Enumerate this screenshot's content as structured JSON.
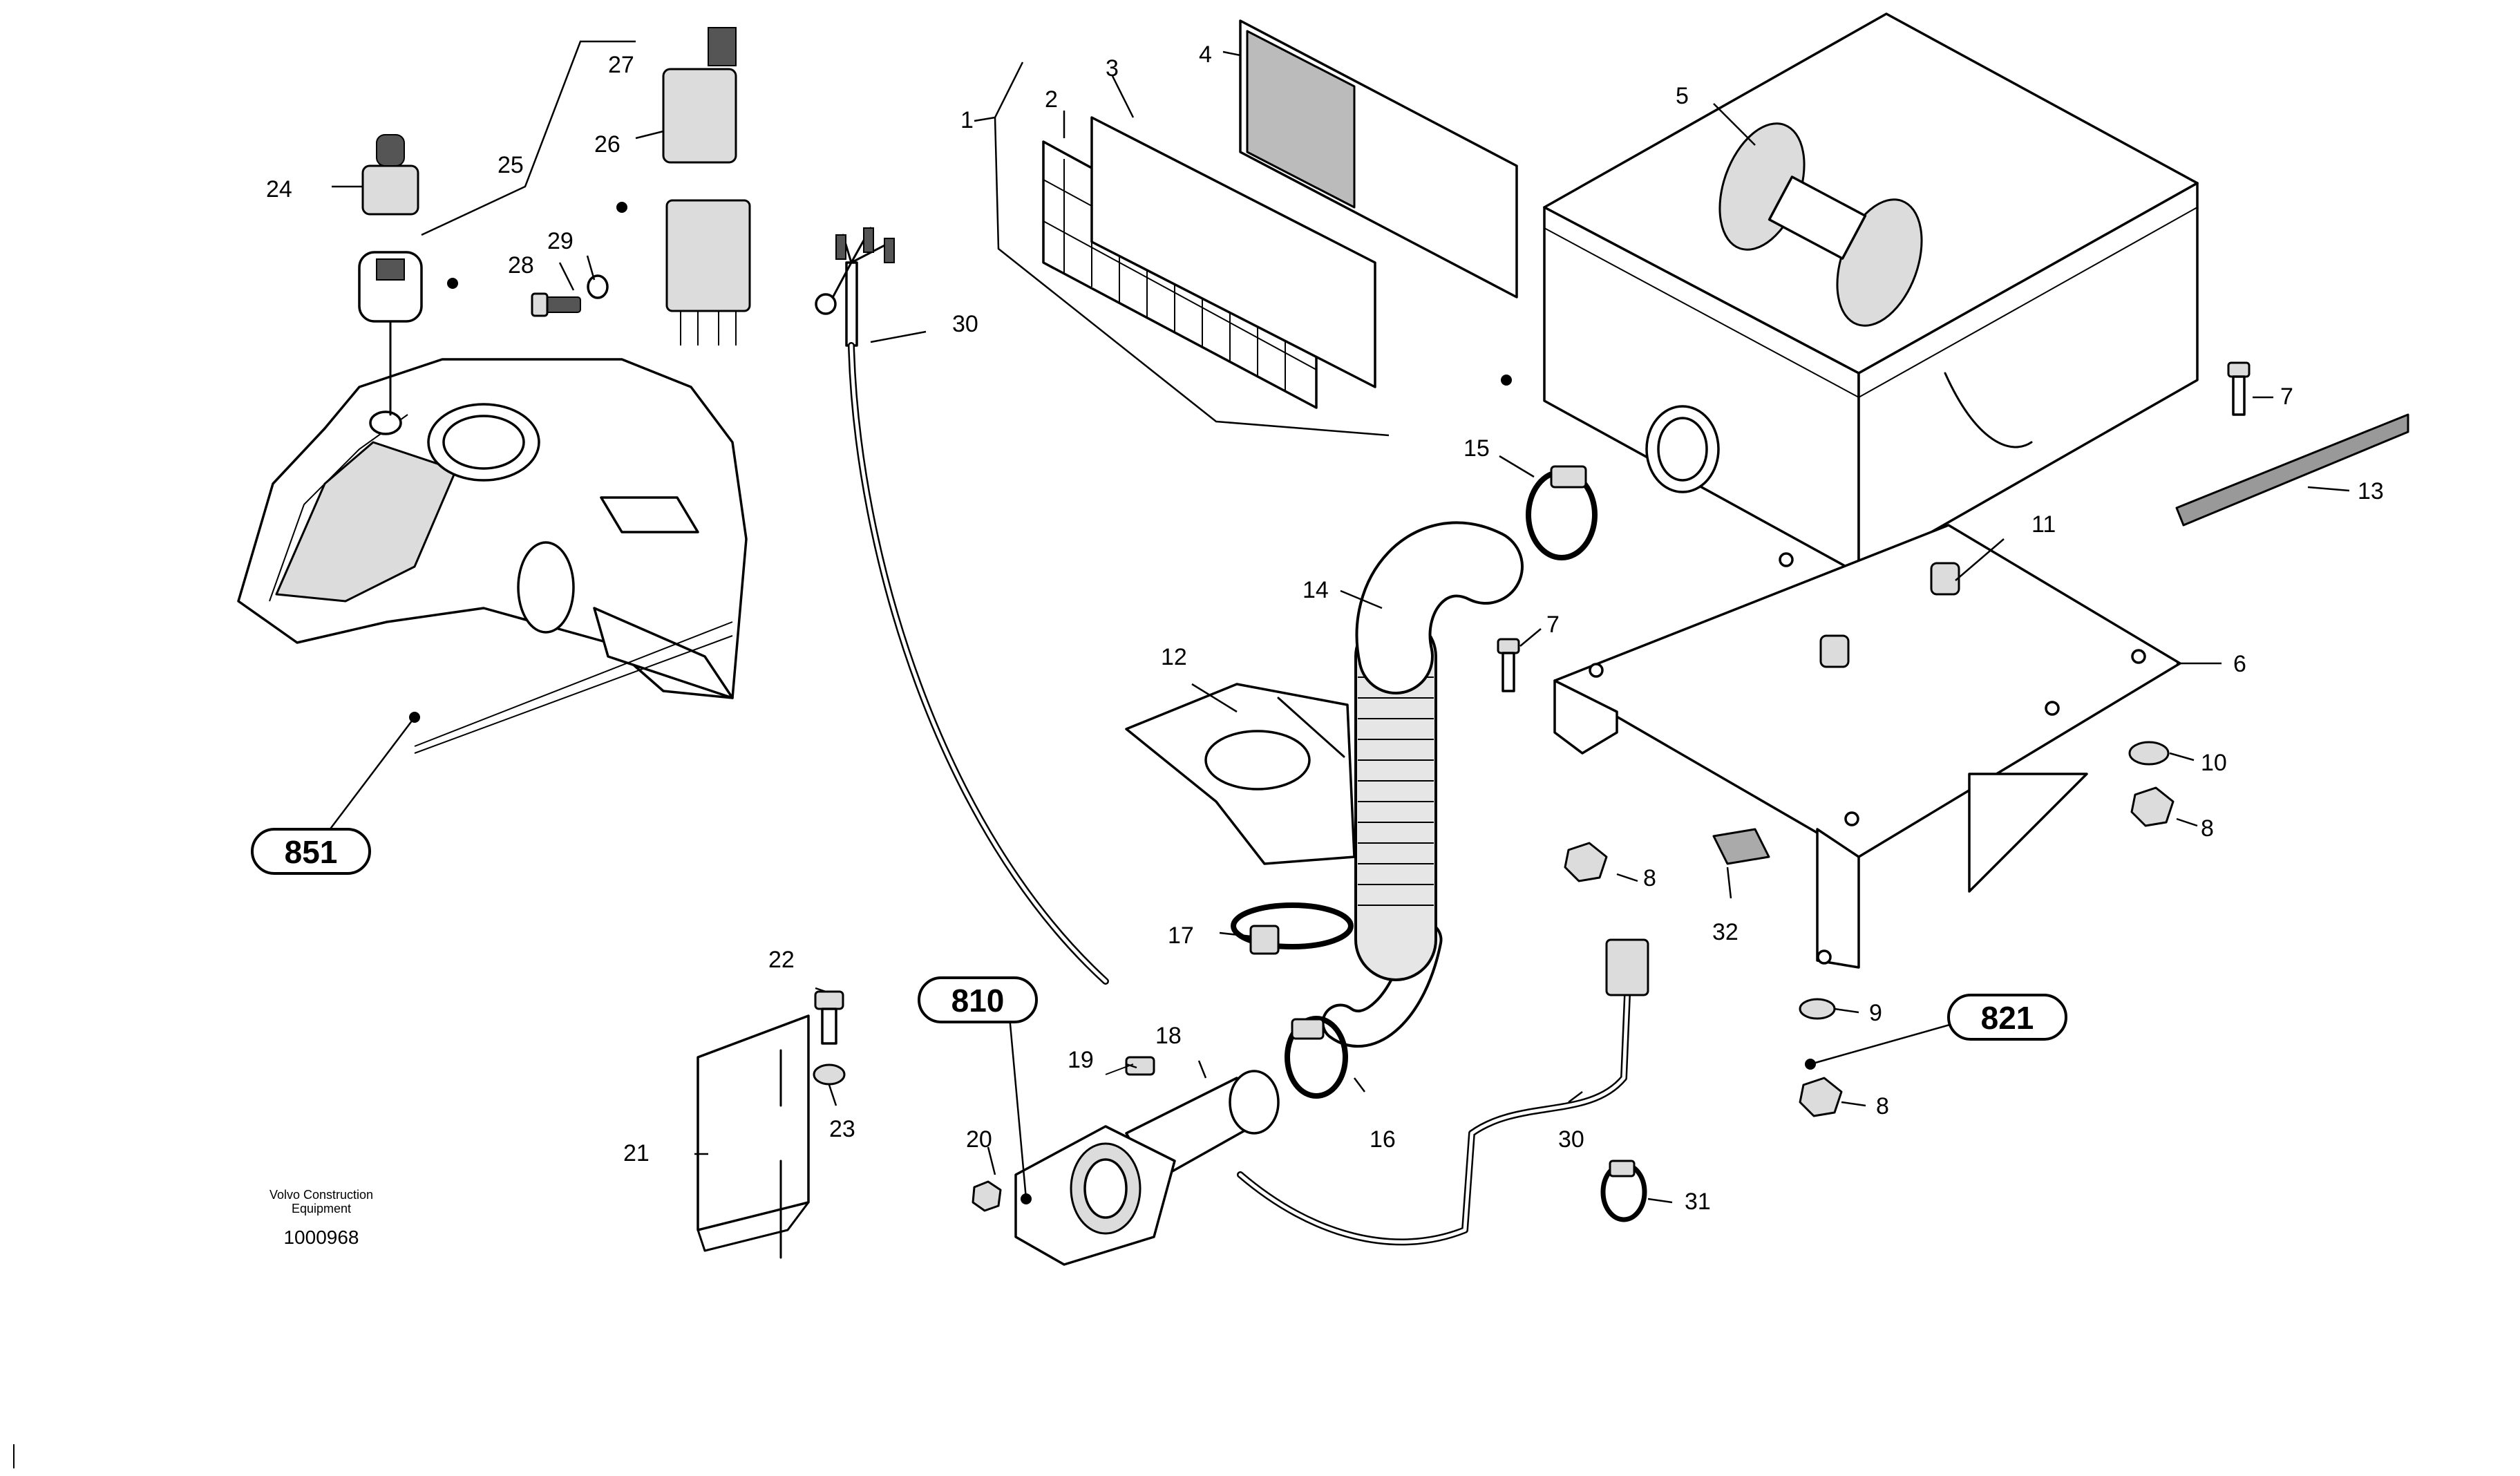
{
  "diagram": {
    "callouts": [
      {
        "id": "c1",
        "text": "1"
      },
      {
        "id": "c2",
        "text": "2"
      },
      {
        "id": "c3",
        "text": "3"
      },
      {
        "id": "c4",
        "text": "4"
      },
      {
        "id": "c5",
        "text": "5"
      },
      {
        "id": "c6",
        "text": "6"
      },
      {
        "id": "c7a",
        "text": "7"
      },
      {
        "id": "c7b",
        "text": "7"
      },
      {
        "id": "c8a",
        "text": "8"
      },
      {
        "id": "c8b",
        "text": "8"
      },
      {
        "id": "c8c",
        "text": "8"
      },
      {
        "id": "c9",
        "text": "9"
      },
      {
        "id": "c10",
        "text": "10"
      },
      {
        "id": "c11",
        "text": "11"
      },
      {
        "id": "c12",
        "text": "12"
      },
      {
        "id": "c13",
        "text": "13"
      },
      {
        "id": "c14",
        "text": "14"
      },
      {
        "id": "c15",
        "text": "15"
      },
      {
        "id": "c16",
        "text": "16"
      },
      {
        "id": "c17",
        "text": "17"
      },
      {
        "id": "c18",
        "text": "18"
      },
      {
        "id": "c19",
        "text": "19"
      },
      {
        "id": "c20",
        "text": "20"
      },
      {
        "id": "c21",
        "text": "21"
      },
      {
        "id": "c22",
        "text": "22"
      },
      {
        "id": "c23",
        "text": "23"
      },
      {
        "id": "c24",
        "text": "24"
      },
      {
        "id": "c25",
        "text": "25"
      },
      {
        "id": "c26",
        "text": "26"
      },
      {
        "id": "c27",
        "text": "27"
      },
      {
        "id": "c28",
        "text": "28"
      },
      {
        "id": "c29",
        "text": "29"
      },
      {
        "id": "c30a",
        "text": "30"
      },
      {
        "id": "c30b",
        "text": "30"
      },
      {
        "id": "c31",
        "text": "31"
      },
      {
        "id": "c32",
        "text": "32"
      }
    ],
    "refs": [
      {
        "id": "r851",
        "text": "851"
      },
      {
        "id": "r810",
        "text": "810"
      },
      {
        "id": "r821",
        "text": "821"
      }
    ],
    "stamp_line1": "Volvo Construction",
    "stamp_line2": "Equipment",
    "doc_number": "1000968"
  }
}
